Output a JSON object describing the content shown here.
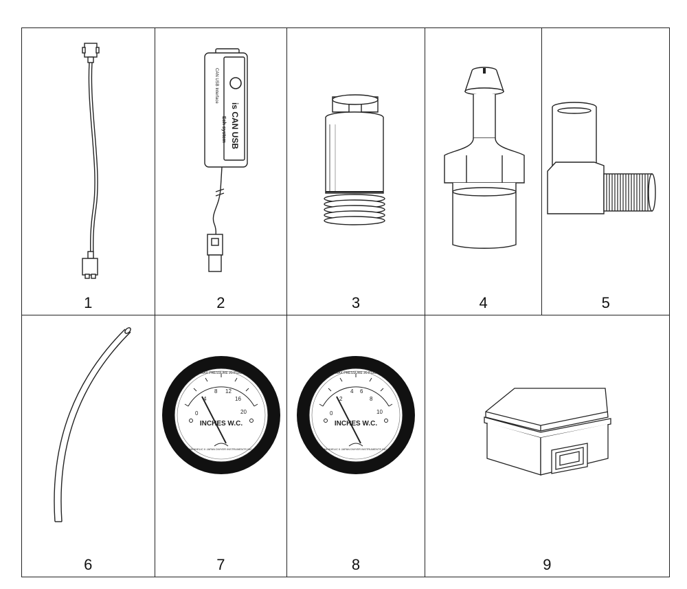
{
  "parts": [
    {
      "number": "1",
      "icon": "cable-harness-icon"
    },
    {
      "number": "2",
      "icon": "usb-can-interface-icon",
      "device_label": "is CAN USB",
      "device_sublabel": "CAN USB Interface",
      "device_brand": "Ech system"
    },
    {
      "number": "3",
      "icon": "threaded-sleeve-icon"
    },
    {
      "number": "4",
      "icon": "hose-barb-fitting-icon"
    },
    {
      "number": "5",
      "icon": "elbow-fitting-icon"
    },
    {
      "number": "6",
      "icon": "tubing-icon"
    },
    {
      "number": "7",
      "icon": "pressure-gauge-icon",
      "gauge_ticks": [
        "0",
        "4",
        "8",
        "12",
        "16",
        "20"
      ],
      "gauge_unit": "INCHES W.C.",
      "gauge_top": "MAX PRESSURE 20 PSIG",
      "gauge_bottom": "MINIHELIC  II   JAPAN   DWYER INSTRUMENTS INC."
    },
    {
      "number": "8",
      "icon": "pressure-gauge-icon",
      "gauge_ticks": [
        "0",
        "2",
        "4",
        "6",
        "8",
        "10"
      ],
      "gauge_unit": "INCHES W.C.",
      "gauge_top": "MAX PRESSURE 20 PSIG",
      "gauge_bottom": "MINIHELIC  II   JAPAN   DWYER INSTRUMENTS INC."
    },
    {
      "number": "9",
      "icon": "box-icon"
    }
  ]
}
